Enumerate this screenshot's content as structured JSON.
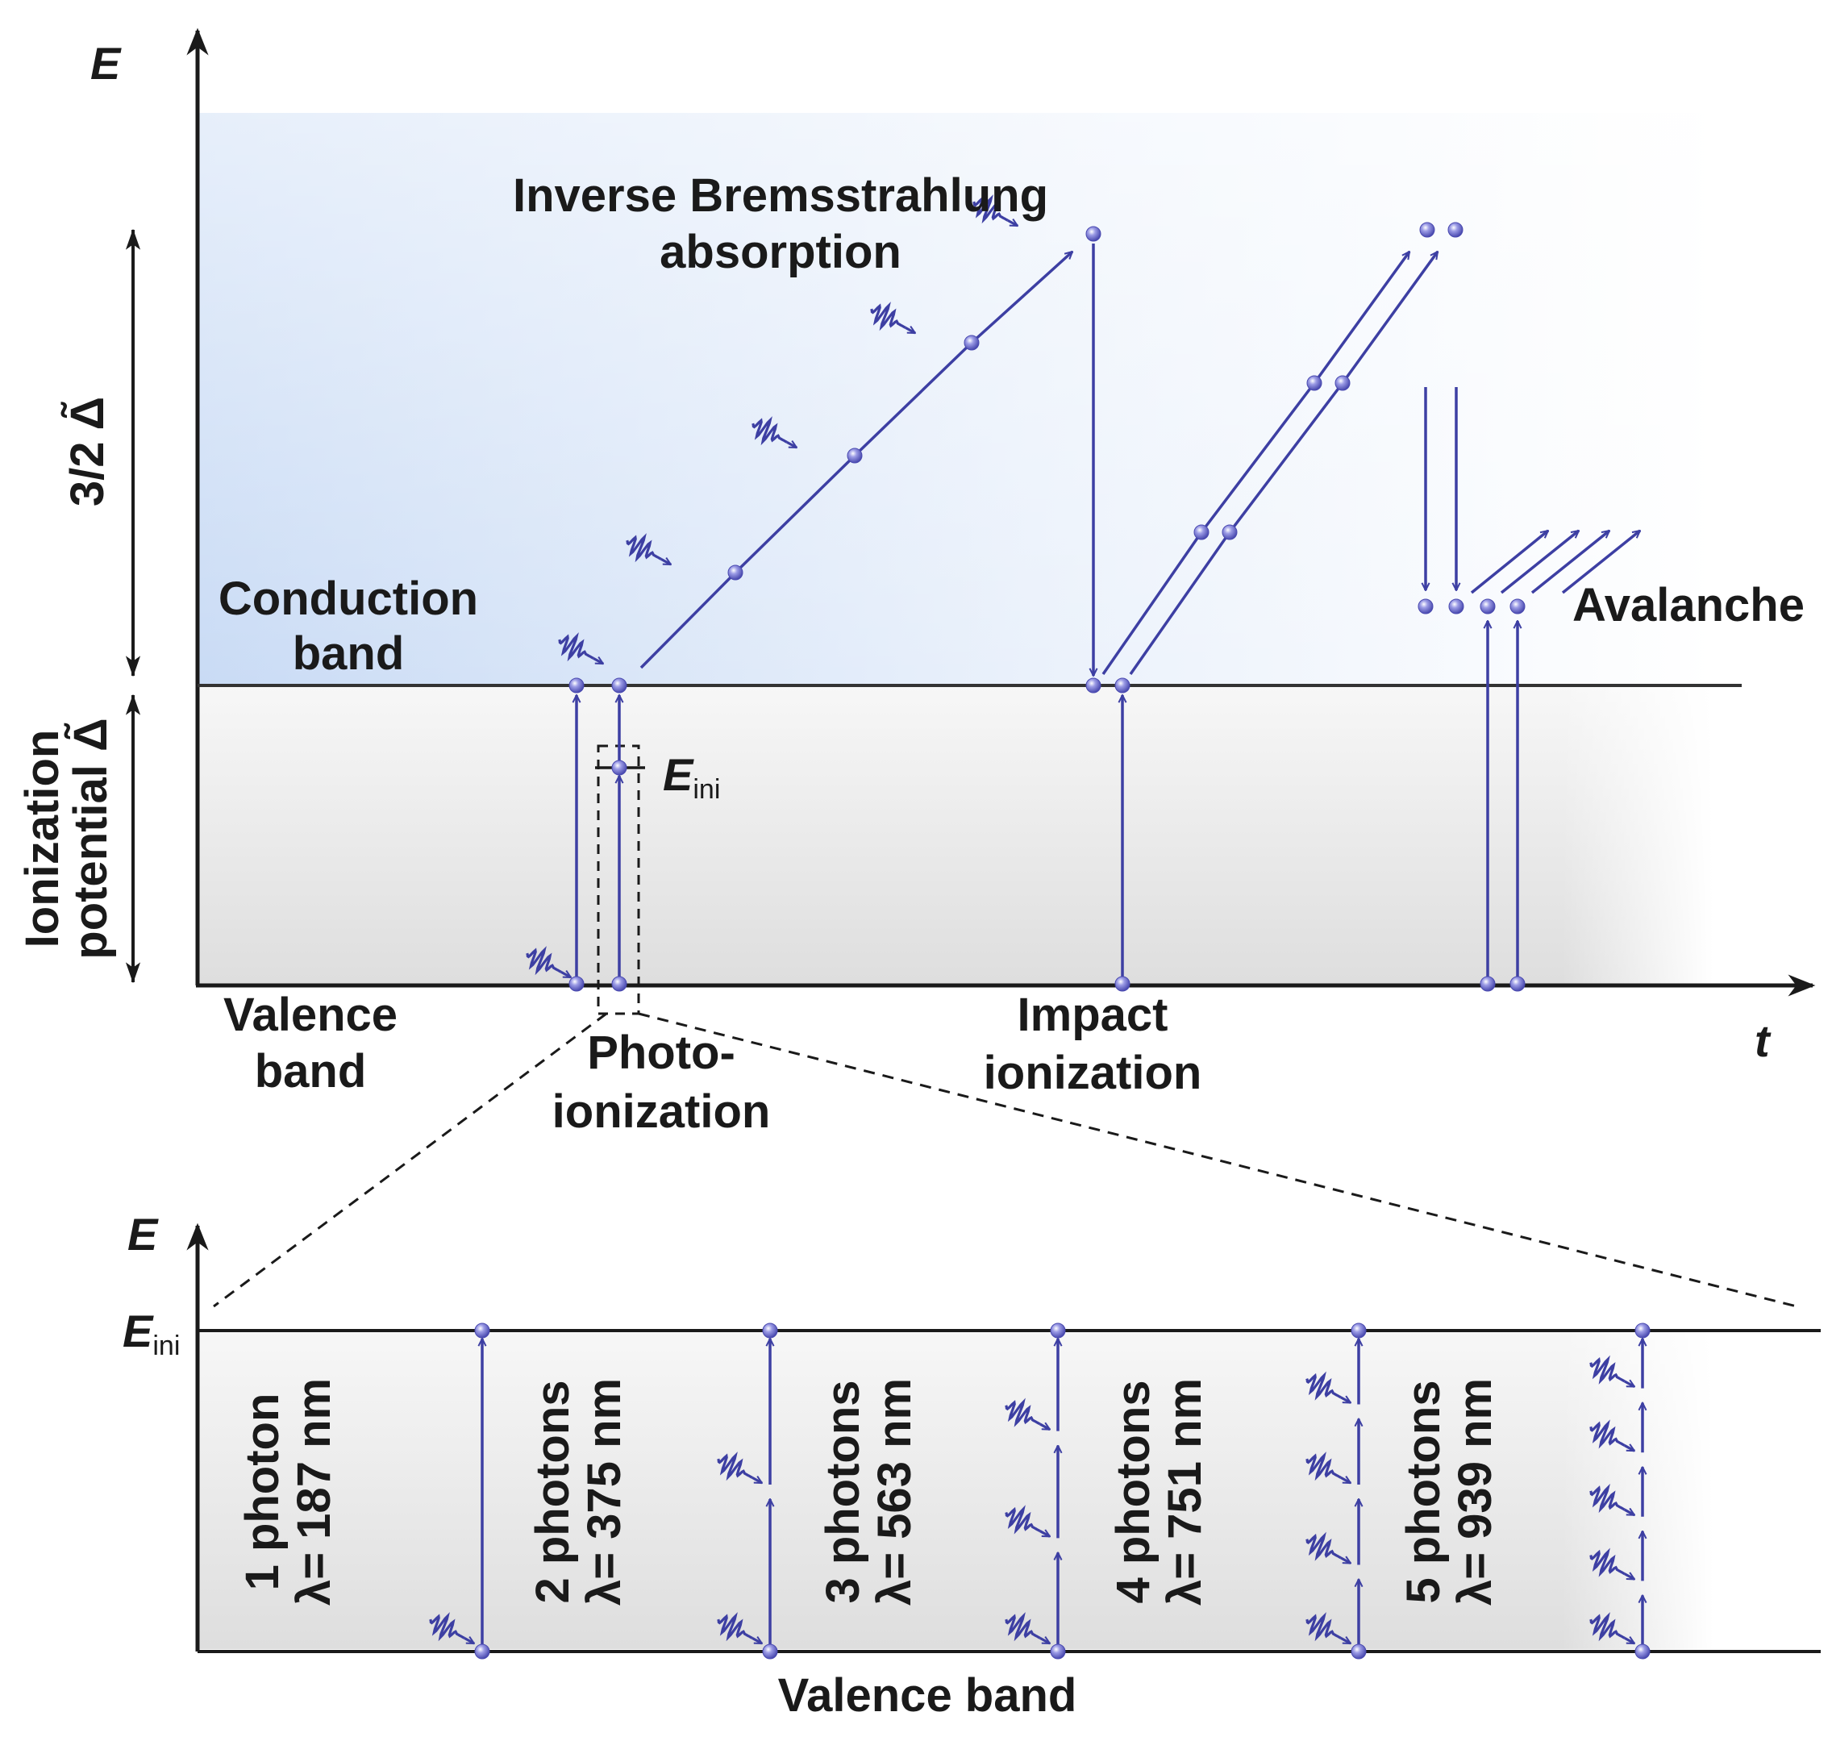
{
  "colors": {
    "accent": "#3d3fa3",
    "electron": "#6a6ad2",
    "axis": "#1a1a1a",
    "conduction_fill": "#cfe0f6",
    "valence_fill": "#e4e4e4"
  },
  "top": {
    "energy_axis": "E",
    "time_axis": "t",
    "conduction_band": [
      "Conduction",
      "band"
    ],
    "valence_band": [
      "Valence",
      "band"
    ],
    "gap_label": [
      "Ionization",
      "potential Δ̃"
    ],
    "excess_label": "3/2 Δ̃",
    "ibs_label": [
      "Inverse Bremsstrahlung",
      "absorption"
    ],
    "photo_label": [
      "Photo-",
      "ionization"
    ],
    "impact_label": [
      "Impact",
      "ionization"
    ],
    "avalanche_label": "Avalanche",
    "eini_main": "E",
    "eini_sub": "ini"
  },
  "bottom": {
    "energy_axis": "E",
    "eini_main": "E",
    "eini_sub": "ini",
    "valence_label": "Valence band",
    "columns": [
      {
        "photons": 1,
        "line1": "1 photon",
        "line2": "λ= 187 nm"
      },
      {
        "photons": 2,
        "line1": "2 photons",
        "line2": "λ= 375 nm"
      },
      {
        "photons": 3,
        "line1": "3 photons",
        "line2": "λ= 563 nm"
      },
      {
        "photons": 4,
        "line1": "4 photons",
        "line2": "λ= 751 nm"
      },
      {
        "photons": 5,
        "line1": "5 photons",
        "line2": "λ= 939 nm"
      }
    ]
  }
}
